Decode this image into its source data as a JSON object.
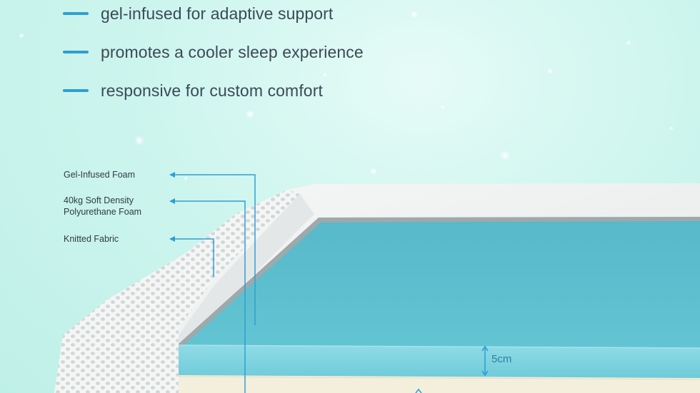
{
  "features": [
    {
      "text": "gel-infused for adaptive support"
    },
    {
      "text": "promotes a cooler sleep experience"
    },
    {
      "text": "responsive for custom comfort"
    }
  ],
  "layers": [
    {
      "line1": "Gel-Infused Foam",
      "line2": ""
    },
    {
      "line1": "40kg Soft Density",
      "line2": "Polyurethane Foam"
    },
    {
      "line1": "Knitted Fabric",
      "line2": ""
    }
  ],
  "dimension": {
    "label": "5cm"
  },
  "colors": {
    "accent": "#2e9fd3",
    "gel_top": "#5ec0cf",
    "gel_side": "#7dd3e0",
    "cover": "#eef0f0",
    "foam": "#f3efdc",
    "background": "#c9f4ec"
  }
}
